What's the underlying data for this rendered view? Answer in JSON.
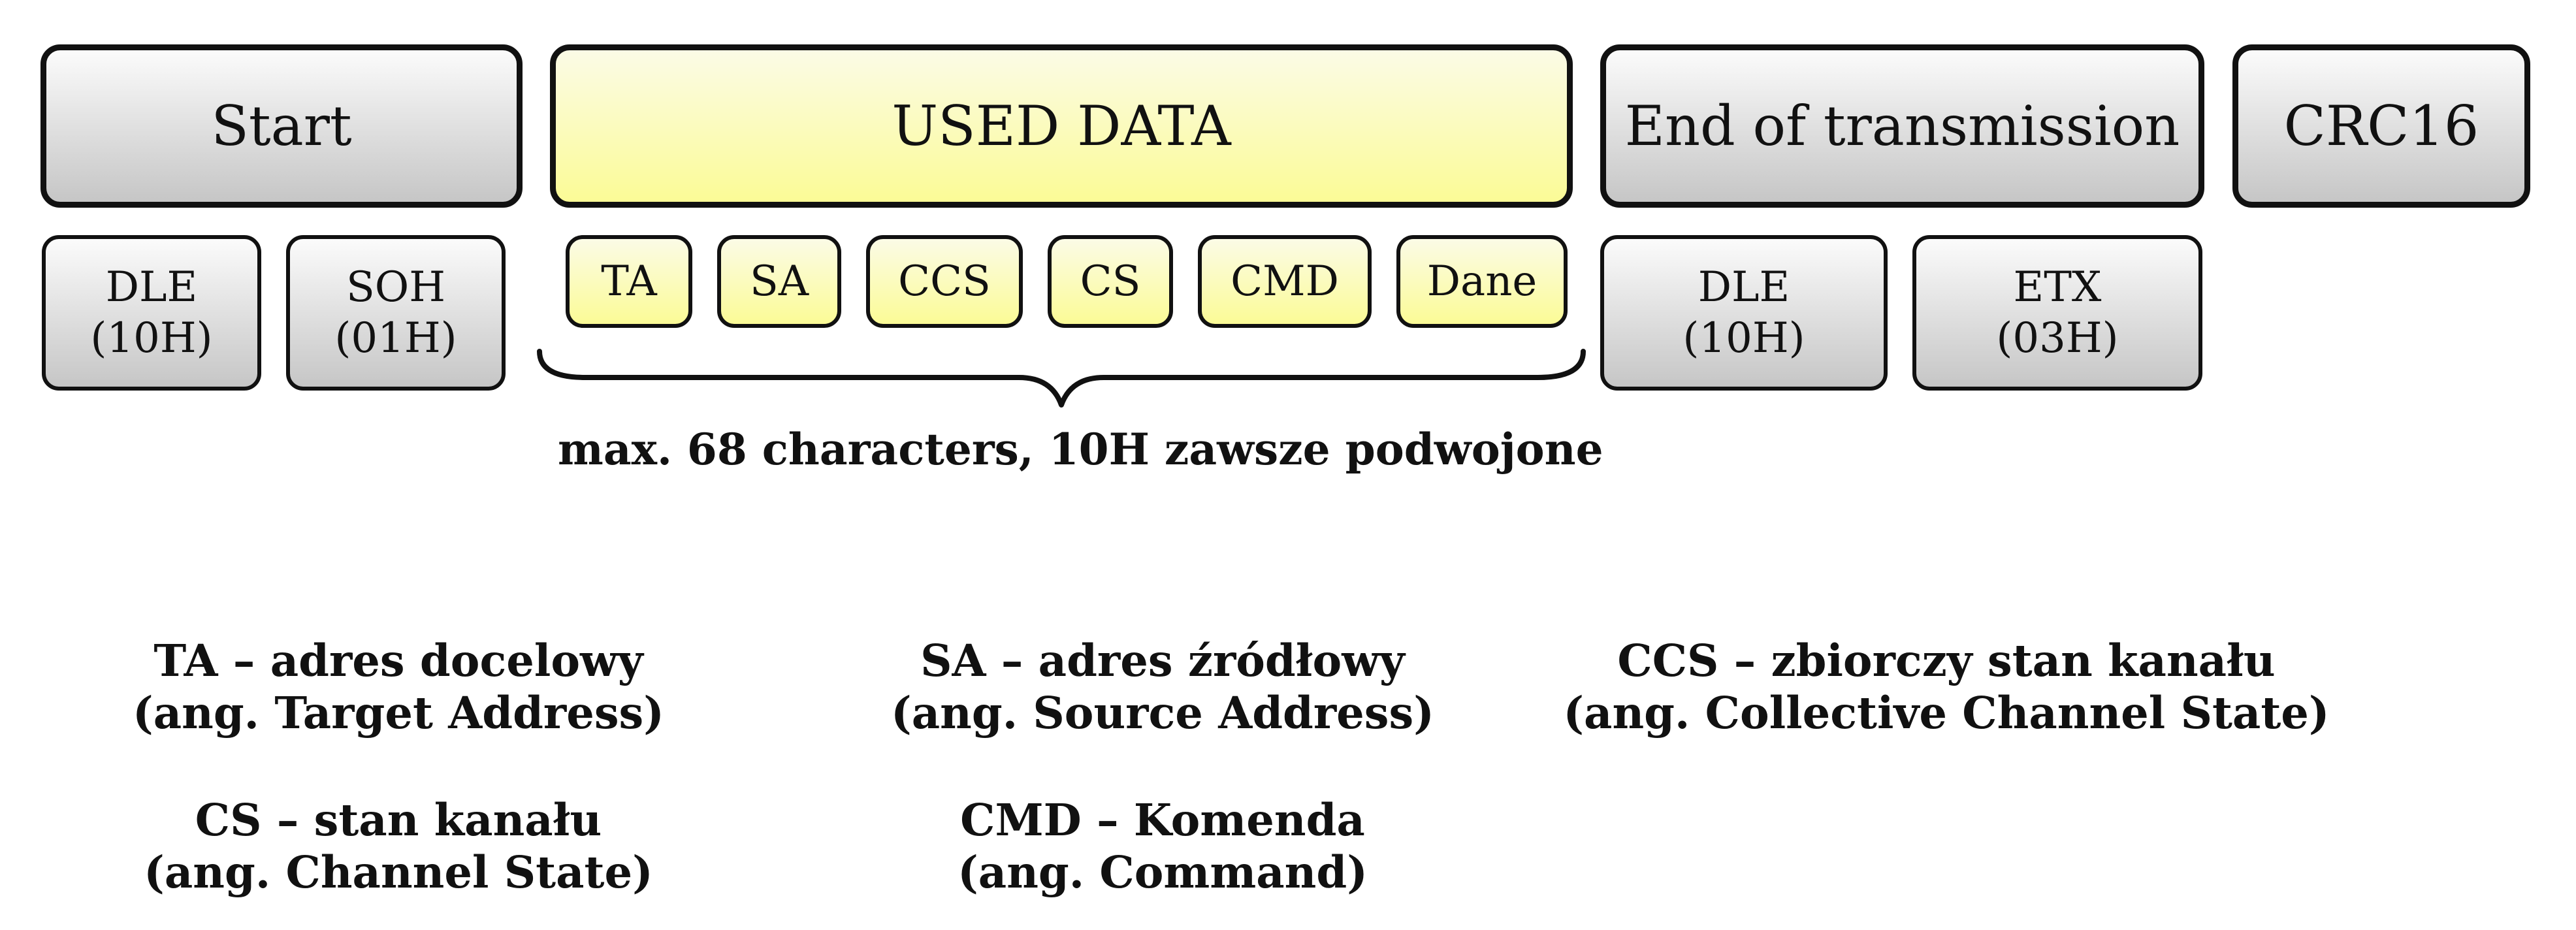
{
  "frame": {
    "start": "Start",
    "used_data": "USED DATA",
    "end": "End of transmission",
    "crc": "CRC16"
  },
  "fields": {
    "dle1": [
      "DLE",
      "(10H)"
    ],
    "soh": [
      "SOH",
      "(01H)"
    ],
    "ta": "TA",
    "sa": "SA",
    "ccs": "CCS",
    "cs": "CS",
    "cmd": "CMD",
    "dane": "Dane",
    "dle2": [
      "DLE",
      "(10H)"
    ],
    "etx": [
      "ETX",
      "(03H)"
    ]
  },
  "brace_note": "max. 68 characters, 10H zawsze podwojone",
  "legend": {
    "ta": [
      "TA – adres docelowy",
      "(ang. Target Address)"
    ],
    "sa": [
      "SA – adres źródłowy",
      "(ang. Source Address)"
    ],
    "ccs": [
      "CCS – zbiorczy stan kanału",
      "(ang. Collective Channel State)"
    ],
    "cs": [
      "CS – stan kanału",
      "(ang. Channel State)"
    ],
    "cmd": [
      "CMD – Komenda",
      "(ang. Command)"
    ]
  },
  "colors": {
    "gray_top": "#fbfbfb",
    "gray_bottom": "#c6c6c6",
    "yellow_top": "#fbfbe6",
    "yellow_bottom": "#fbfb96",
    "outline": "#111111"
  }
}
